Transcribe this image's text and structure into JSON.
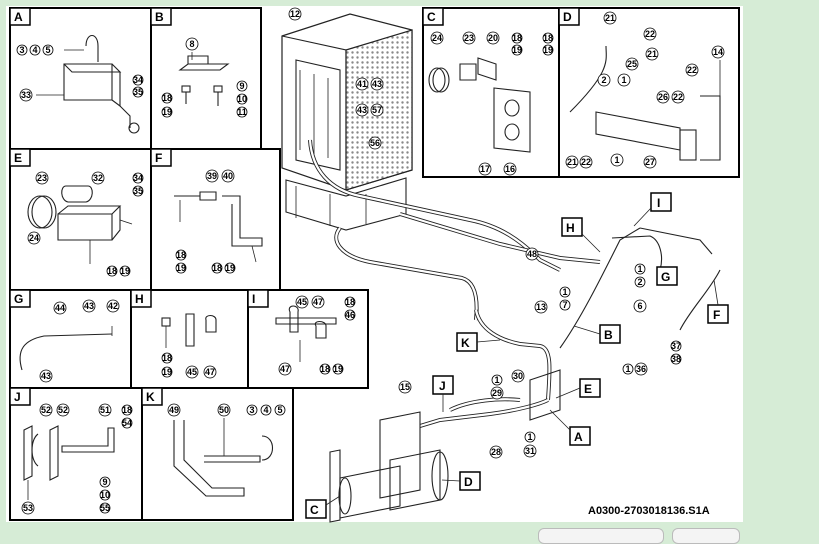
{
  "figure_code": "A0300-2703018136.S1A",
  "callout_letters": [
    "H",
    "I",
    "G",
    "F",
    "K",
    "B",
    "E",
    "J",
    "A",
    "D",
    "C"
  ],
  "panels": [
    {
      "letter": "A",
      "labels": [
        "3",
        "4",
        "5",
        "33",
        "34",
        "35"
      ]
    },
    {
      "letter": "B",
      "labels": [
        "8",
        "18",
        "19",
        "9",
        "10",
        "11"
      ]
    },
    {
      "letter": "C",
      "labels": [
        "24",
        "23",
        "20",
        "18",
        "19",
        "18",
        "19",
        "17",
        "16"
      ]
    },
    {
      "letter": "D",
      "labels": [
        "21",
        "22",
        "25",
        "21",
        "22",
        "14",
        "2",
        "1",
        "26",
        "22",
        "21",
        "22",
        "1",
        "27"
      ]
    },
    {
      "letter": "E",
      "labels": [
        "23",
        "32",
        "34",
        "35",
        "24",
        "18",
        "19"
      ]
    },
    {
      "letter": "F",
      "labels": [
        "39",
        "40",
        "18",
        "19",
        "18",
        "19"
      ]
    },
    {
      "letter": "G",
      "labels": [
        "44",
        "43",
        "42",
        "43"
      ]
    },
    {
      "letter": "H",
      "labels": [
        "18",
        "19",
        "45",
        "47"
      ]
    },
    {
      "letter": "I",
      "labels": [
        "45",
        "47",
        "18",
        "46",
        "47",
        "18",
        "19"
      ]
    },
    {
      "letter": "J",
      "labels": [
        "52",
        "52",
        "51",
        "18",
        "54",
        "9",
        "10",
        "55",
        "53"
      ]
    },
    {
      "letter": "K",
      "labels": [
        "49",
        "50",
        "3",
        "4",
        "5"
      ]
    }
  ],
  "main_labels": [
    "12",
    "41",
    "43",
    "43",
    "57",
    "56",
    "48",
    "13",
    "1",
    "7",
    "6",
    "1",
    "2",
    "37",
    "38",
    "1",
    "36",
    "15",
    "1",
    "29",
    "30",
    "28",
    "1",
    "31"
  ]
}
